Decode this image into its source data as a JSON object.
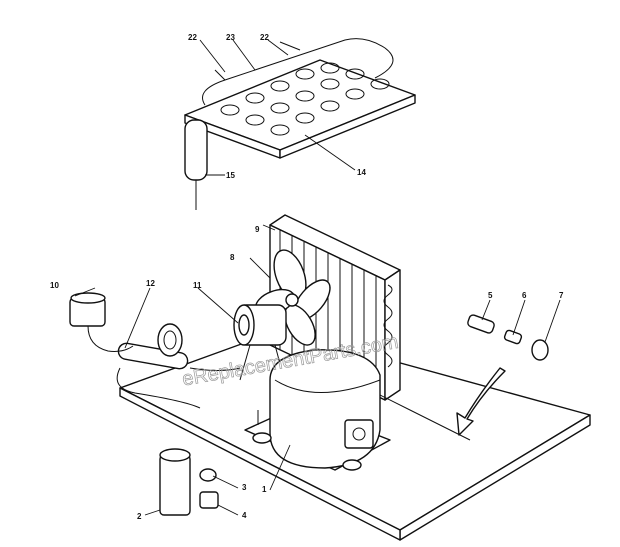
{
  "title_fragment": "",
  "watermark": "eReplacementParts.com",
  "callouts": {
    "c22a": "22",
    "c23": "23",
    "c22b": "22",
    "c14": "14",
    "c15": "15",
    "c9": "9",
    "c8": "8",
    "c10": "10",
    "c12": "12",
    "c11": "11",
    "c5": "5",
    "c6": "6",
    "c7": "7",
    "c1": "1",
    "c2": "2",
    "c3": "3",
    "c4": "4"
  }
}
